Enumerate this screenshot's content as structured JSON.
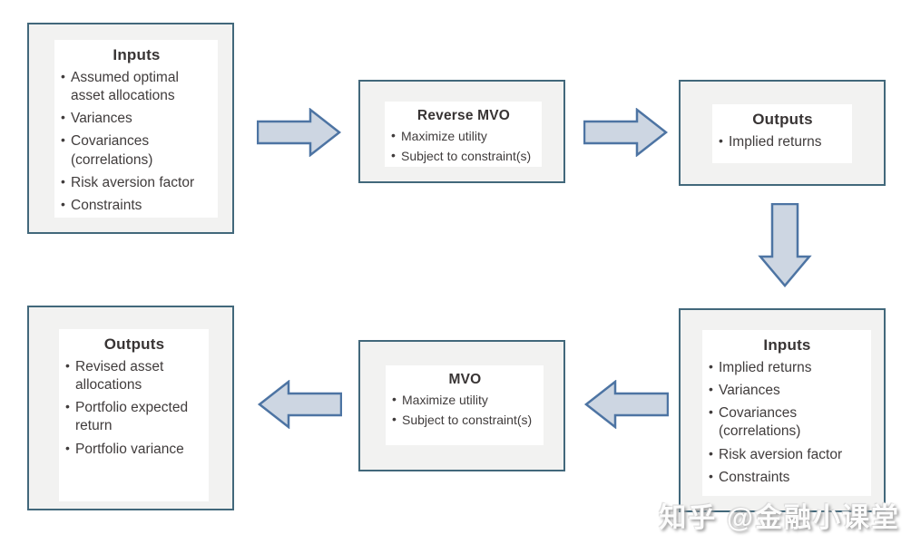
{
  "colors": {
    "box_border": "#42687b",
    "box_bg": "#f2f2f1",
    "panel_bg": "#ffffff",
    "title_text": "#383434",
    "bullet_text": "#403c3c",
    "arrow_fill": "#cdd6e2",
    "arrow_stroke": "#4d74a3"
  },
  "boxes": {
    "inputs_top": {
      "title": "Inputs",
      "bullets": [
        "Assumed optimal asset allocations",
        "Variances",
        "Covariances (correlations)",
        "Risk aversion factor",
        "Constraints"
      ]
    },
    "reverse_mvo": {
      "title": "Reverse MVO",
      "bullets": [
        "Maximize utility",
        "Subject to constraint(s)"
      ]
    },
    "outputs_top": {
      "title": "Outputs",
      "bullets": [
        "Implied returns"
      ]
    },
    "inputs_bottom": {
      "title": "Inputs",
      "bullets": [
        "Implied returns",
        "Variances",
        "Covariances (correlations)",
        "Risk aversion factor",
        "Constraints"
      ]
    },
    "mvo": {
      "title": "MVO",
      "bullets": [
        "Maximize utility",
        "Subject to constraint(s)"
      ]
    },
    "outputs_bottom": {
      "title": "Outputs",
      "bullets": [
        "Revised asset allocations",
        "Portfolio expected return",
        "Portfolio variance"
      ]
    }
  },
  "arrows": [
    {
      "direction": "right",
      "from": "inputs_top",
      "to": "reverse_mvo"
    },
    {
      "direction": "right",
      "from": "reverse_mvo",
      "to": "outputs_top"
    },
    {
      "direction": "down",
      "from": "outputs_top",
      "to": "inputs_bottom"
    },
    {
      "direction": "left",
      "from": "inputs_bottom",
      "to": "mvo"
    },
    {
      "direction": "left",
      "from": "mvo",
      "to": "outputs_bottom"
    }
  ],
  "watermark": {
    "text": "知乎 @金融小课堂"
  }
}
